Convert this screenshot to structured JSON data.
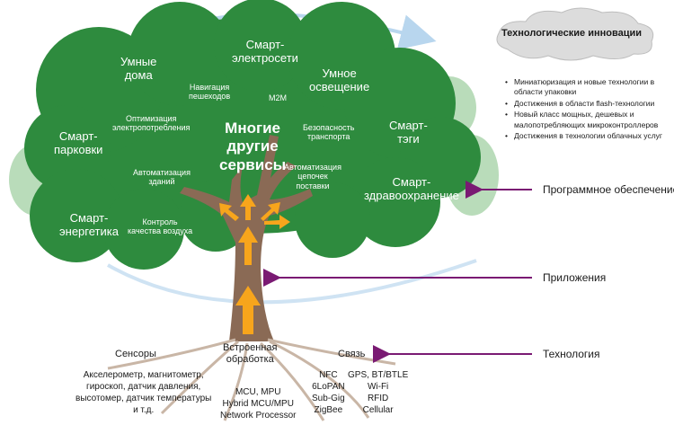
{
  "tree": {
    "center_label": [
      "Многие",
      "другие",
      "сервисы"
    ],
    "canopy_labels": {
      "smart_grid": [
        "Смарт-",
        "электросети"
      ],
      "smart_homes": [
        "Умные",
        "дома"
      ],
      "smart_lighting": [
        "Умное",
        "освещение"
      ],
      "pedestrian_nav": [
        "Навигация",
        "пешеходов"
      ],
      "m2m": "M2M",
      "energy_opt": [
        "Оптимизация",
        "электропотребления"
      ],
      "transport_safety": [
        "Безопасность",
        "транспорта"
      ],
      "smart_parking": [
        "Смарт-",
        "парковки"
      ],
      "smart_tags": [
        "Смарт-",
        "тэги"
      ],
      "building_auto": [
        "Автоматизация",
        "зданий"
      ],
      "supply_chain": [
        "Автоматизация",
        "цепочек",
        "поставки"
      ],
      "smart_health": [
        "Смарт-",
        "здравоохранение"
      ],
      "smart_energy": [
        "Смарт-",
        "энергетика"
      ],
      "air_quality": [
        "Контроль",
        "качества воздуха"
      ]
    },
    "roots": {
      "sensors_title": "Сенсоры",
      "embedded_title": [
        "Встроенная",
        "обработка"
      ],
      "comm_title": "Связь",
      "sensors_list": [
        "Акселерометр, магнитометр,",
        "гироскоп, датчик давления,",
        "высотомер, датчик температуры",
        "и т.д."
      ],
      "embedded_list": [
        "MCU, MPU",
        "Hybrid MCU/MPU",
        "Network Processor"
      ],
      "comm_left": [
        "NFC",
        "6LoPAN",
        "Sub-Gig",
        "ZigBee"
      ],
      "comm_right": [
        "GPS, BT/BTLE",
        "Wi-Fi",
        "RFID",
        "Cellular"
      ]
    }
  },
  "innovations": {
    "title": "Технологические инновации",
    "items": [
      "Миниатюризация и новые технологии в области упаковки",
      "Достижения в области flash-технологии",
      "Новый класс мощных, дешевых и малопотребляющих микроконтроллеров",
      "Достижения в технологии облачных услуг"
    ]
  },
  "layers": {
    "software": "Программное обеспечение",
    "applications": "Приложения",
    "technology": "Технология"
  },
  "colors": {
    "canopy": "#2e8b3e",
    "canopy_shadow": "#9dc89f",
    "trunk": "#8a6a55",
    "arrow": "#f7a51c",
    "pointer": "#7a1a73",
    "cycle": "#b8d6ee"
  }
}
